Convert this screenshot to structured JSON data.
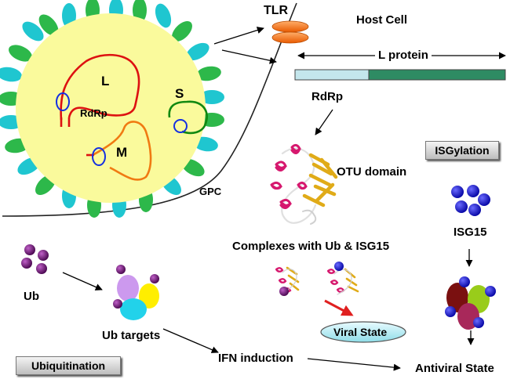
{
  "labels": {
    "tlr": "TLR",
    "host_cell": "Host Cell",
    "l_protein": "L protein",
    "rdrp_protein": "RdRp",
    "rdrp_virion": "RdRp",
    "segment_l": "L",
    "segment_s": "S",
    "segment_m": "M",
    "gpc": "GPC",
    "otu_domain": "OTU domain",
    "isgylation": "ISGylation",
    "isg15": "ISG15",
    "complexes": "Complexes with Ub & ISG15",
    "viral_state": "Viral State",
    "ub": "Ub",
    "ub_targets": "Ub targets",
    "ifn_induction": "IFN induction",
    "antiviral_state": "Antiviral State",
    "ubiquitination": "Ubiquitination"
  },
  "colors": {
    "virion_fill": "#fafa9c",
    "spike_green": "#2db84a",
    "spike_cyan": "#1fc6d0",
    "tlr_orange": "#ff7a1a",
    "protein_light": "#c4e6ec",
    "protein_dark": "#2e8b63",
    "ub_purple": "#7b1580",
    "isg15_blue": "#1515e6",
    "helix_pink": "#d6186e",
    "sheet_gold": "#e0ab18",
    "viral_state_fill": "#bfeef5"
  }
}
